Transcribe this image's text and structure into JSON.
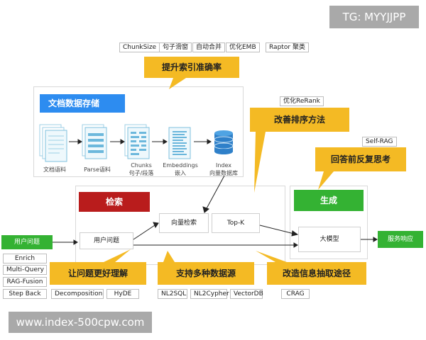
{
  "watermark_top": "TG: MYYJJPP",
  "watermark_bottom": "www.index-500cpw.com",
  "top_tags": [
    "ChunkSize",
    "句子滑窗",
    "自动合并",
    "优化EMB",
    "Raptor 聚类"
  ],
  "callouts": {
    "index_precision": "提升索引准确率",
    "rerank": "改善排序方法",
    "reflect": "回答前反复思考",
    "understand": "让问题更好理解",
    "datasource": "支持多种数据源",
    "extraction": "改造信息抽取途径"
  },
  "small_tags": {
    "rerank_opt": "优化ReRank",
    "self_rag": "Self-RAG",
    "crag": "CRAG"
  },
  "storage": {
    "header": "文档数据存储",
    "steps": [
      "文档语料",
      "Parse语料",
      "Chunks\n句子/段落",
      "Embeddings\n嵌入",
      "Index\n向量数据库"
    ]
  },
  "retrieval": {
    "header": "检索",
    "user_question": "用户问题",
    "vector_search": "向量检索",
    "topk": "Top-K"
  },
  "generation": {
    "header": "生成",
    "llm": "大模型"
  },
  "input": {
    "label": "用户问题"
  },
  "output": {
    "label": "服务响应"
  },
  "query_tags": [
    "Enrich",
    "Multi-Query",
    "RAG-Fusion",
    "Step Back",
    "Decomposition",
    "HyDE"
  ],
  "source_tags": [
    "NL2SQL",
    "NL2Cypher",
    "VectorDB"
  ],
  "colors": {
    "accent_yellow": "#f4ba24",
    "blue": "#2d8cf0",
    "red": "#b91c1c",
    "green": "#34b233",
    "grey": "#a9a9a9"
  }
}
